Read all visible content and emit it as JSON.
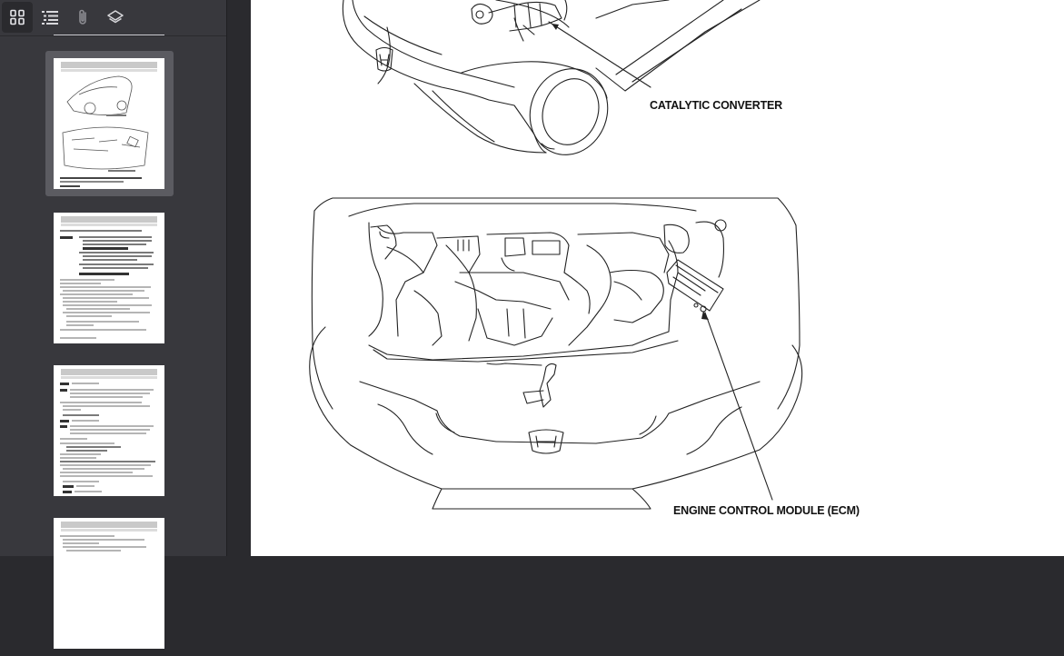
{
  "toolbar": {
    "buttons": [
      {
        "name": "thumbnails",
        "icon": "grid-icon",
        "active": true
      },
      {
        "name": "outline",
        "icon": "list-icon",
        "active": false
      },
      {
        "name": "attachments",
        "icon": "paperclip-icon",
        "active": false
      },
      {
        "name": "layers",
        "icon": "layers-icon",
        "active": false
      }
    ]
  },
  "thumbnails": [
    {
      "page": 1,
      "selected": true
    },
    {
      "page": 2,
      "selected": false
    },
    {
      "page": 3,
      "selected": false
    },
    {
      "page": 4,
      "selected": false
    }
  ],
  "diagram": {
    "label_catalytic": "CATALYTIC CONVERTER",
    "label_ecm": "ENGINE CONTROL MODULE (ECM)"
  },
  "colors": {
    "sidebar_bg": "#38383d",
    "viewer_bg": "#2a2a2e",
    "page_bg": "#ffffff",
    "selected_thumb": "#5b5b61"
  }
}
